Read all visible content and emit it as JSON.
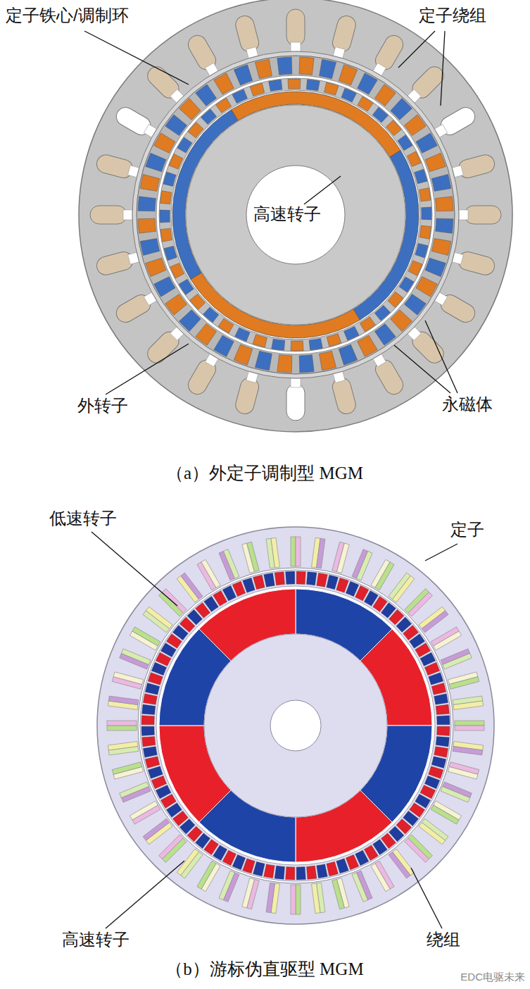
{
  "diagram": {
    "labels": [
      "定子铁心/调制环",
      "定子绕组",
      "高速转子",
      "外转子",
      "永磁体",
      "（a）外定子调制型 MGM",
      "低速转子",
      "定子",
      "高速转子",
      "绕组",
      "（b）游标伪直驱型 MGM",
      "EDC电驱未来"
    ]
  }
}
